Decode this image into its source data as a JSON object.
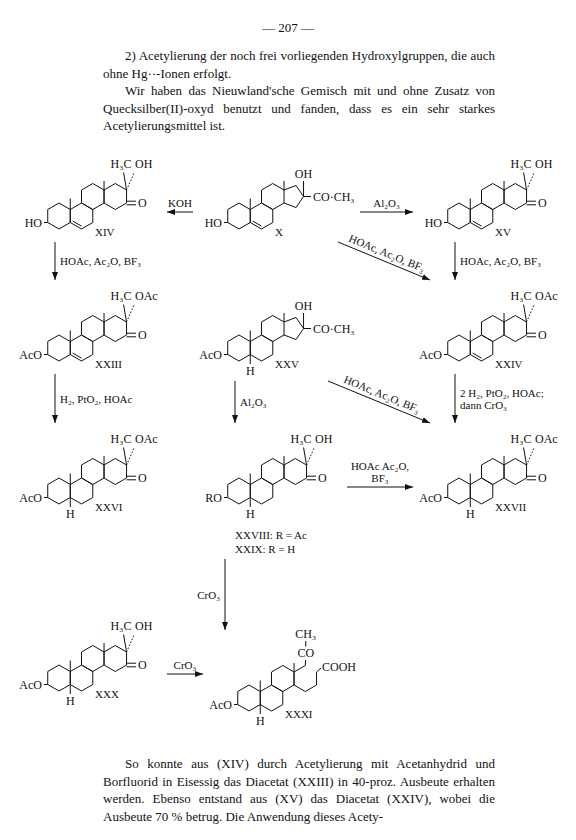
{
  "diagram": {
    "nodes": [
      {
        "text": [
          "H₃C",
          "OH",
          "O",
          "HO",
          "XIV"
        ]
      },
      {
        "text": [
          "OH",
          "CO·CH₃",
          "HO",
          "X"
        ]
      },
      {
        "text": [
          "H₃C",
          "OH",
          "O",
          "HO",
          "XV"
        ]
      },
      {
        "text": [
          "H₃C",
          "OAc",
          "O",
          "AcO",
          "XXIII"
        ]
      },
      {
        "text": [
          "OH",
          "CO·CH₃",
          "AcO",
          "H",
          "XXV"
        ]
      },
      {
        "text": [
          "H₃C",
          "OAc",
          "O",
          "AcO",
          "XXIV"
        ]
      },
      {
        "text": [
          "H₃C",
          "OAc",
          "O",
          "AcO",
          "H",
          "XXVI"
        ]
      },
      {
        "text": [
          "H₃C",
          "OH",
          "O",
          "RO",
          "H",
          "XXVIII: R = Ac",
          "XXIX: R = H"
        ]
      },
      {
        "text": [
          "H₃C",
          "OAc",
          "O",
          "AcO",
          "H",
          "XXVII"
        ]
      },
      {
        "text": [
          "H₃C",
          "OH",
          "O",
          "AcO",
          "H",
          "XXX"
        ]
      },
      {
        "text": [
          "CH₃",
          "CO",
          "COOH",
          "AcO",
          "H",
          "XXXI"
        ]
      }
    ],
    "edges": [
      {
        "from": 1,
        "to": 0,
        "arrow": "to",
        "label": "KOH"
      },
      {
        "from": 1,
        "to": 2,
        "arrow": "to",
        "label": "Al₂O₃"
      },
      {
        "from": 0,
        "to": 3,
        "arrow": "to",
        "label": "HOAc, Ac₂O, BF₃"
      },
      {
        "from": 2,
        "to": 5,
        "arrow": "to",
        "label": "HOAc, Ac₂O, BF₃"
      },
      {
        "from": 1,
        "to": 5,
        "arrow": "to",
        "label": "HOAc, Ac₂O, BF₃"
      },
      {
        "from": 3,
        "to": 6,
        "arrow": "to",
        "label": "H₂, PtO₂, HOAc"
      },
      {
        "from": 4,
        "to": 7,
        "arrow": "to",
        "label": "Al₂O₃"
      },
      {
        "from": 4,
        "to": 8,
        "arrow": "to",
        "label": "HOAc, Ac₂O, BF₃"
      },
      {
        "from": 5,
        "to": 8,
        "arrow": "to",
        "label": "2 H₂, PtO₂, HOAc; dann CrO₃"
      },
      {
        "from": 7,
        "to": 8,
        "arrow": "to",
        "label": "HOAc Ac₂O, BF₃"
      },
      {
        "from": 7,
        "to": 10,
        "arrow": "to",
        "label": "CrO₃"
      },
      {
        "from": 9,
        "to": 10,
        "arrow": "to",
        "label": "CrO₃"
      }
    ],
    "labels": [
      "— 207 —",
      "2) Acetylierung der noch frei vorliegenden Hydroxylgruppen, die auch ohne Hg··-Ionen erfolgt.",
      "Wir haben das Nieuwland'sche Gemisch mit und ohne Zusatz von Quecksilber(II)-oxyd benutzt und fanden, dass es ein sehr starkes Acetylierungsmittel ist.",
      "So konnte aus (XIV) durch Acetylierung mit Acetanhydrid und Borfluorid in Eisessig das Diacetat (XXIII) in 40-proz. Ausbeute erhalten werden. Ebenso entstand aus (XV) das Diacetat (XXIV), wobei die Ausbeute 70 % betrug. Die Anwendung dieses Acety-"
    ]
  }
}
